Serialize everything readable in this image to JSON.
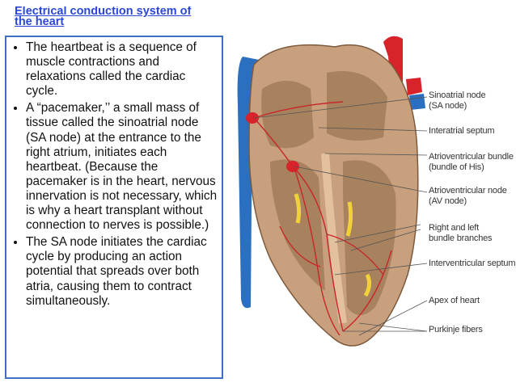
{
  "title": "Electrical conduction system of the heart",
  "bullets": [
    "The heartbeat is a sequence of muscle contractions and relaxations called the cardiac cycle.",
    "A “pacemaker,’’ a small mass of tissue called the sinoatrial node (SA node) at the entrance to the right atrium, initiates each heartbeat. (Because the pacemaker is in the heart, nervous innervation is not necessary, which is why a heart transplant without connection to nerves is possible.)",
    "The SA node initiates the cardiac cycle by producing an action potential that spreads over both atria, causing them to contract simultaneously."
  ],
  "figure": {
    "labels": {
      "sa_node": [
        "Sinoatrial node",
        "(SA node)"
      ],
      "interatrial_septum": [
        "Interatrial septum"
      ],
      "av_bundle": [
        "Atrioventricular bundle",
        "(bundle of His)"
      ],
      "av_node": [
        "Atrioventricular node",
        "(AV node)"
      ],
      "bundle_branches": [
        "Right and left",
        "bundle branches"
      ],
      "interventricular_septum": [
        "Interventricular septum"
      ],
      "apex": [
        "Apex of heart"
      ],
      "purkinje": [
        "Purkinje fibers"
      ]
    },
    "colors": {
      "vessel_blue": "#2a6fc0",
      "vessel_red": "#d8232a",
      "heart_wall": "#c9a07e",
      "chamber": "#a8825f",
      "conduction": "#c8262b",
      "node_yellow": "#f1d13a"
    }
  }
}
